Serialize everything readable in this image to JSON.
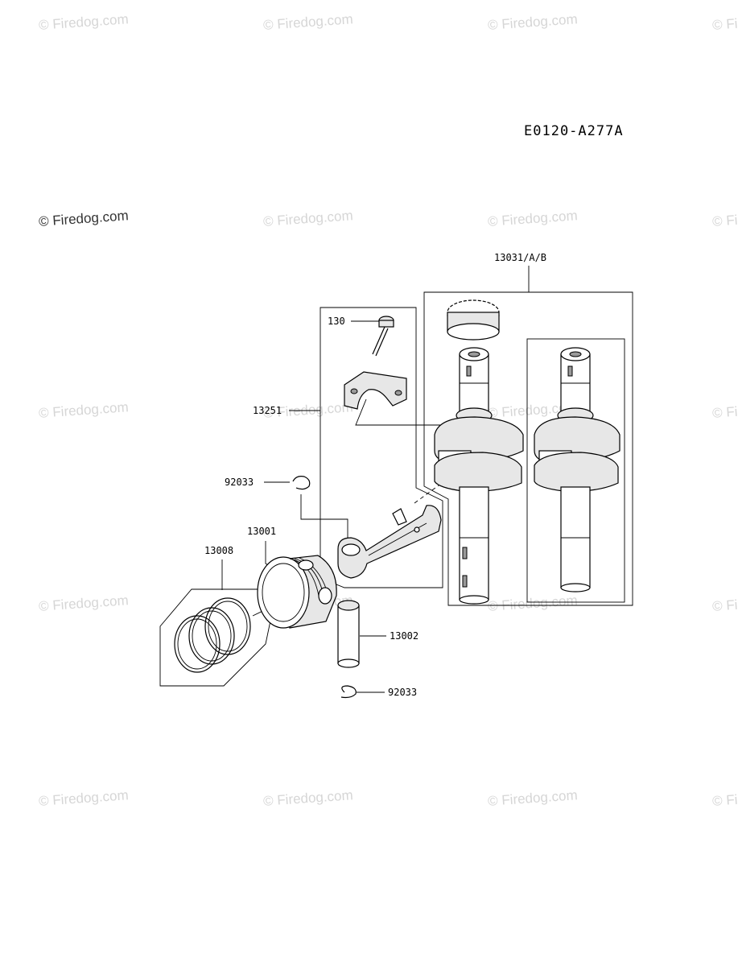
{
  "diagram_id": "E0120-A277A",
  "watermark": "© Firedog.com",
  "watermark_positions": "grid",
  "labels": {
    "crankshaft": "13031/A/B",
    "bolt": "130",
    "connecting_rod": "13251",
    "circlip_upper": "92033",
    "piston": "13001",
    "piston_rings": "13008",
    "piston_pin": "13002",
    "circlip_lower": "92033"
  }
}
